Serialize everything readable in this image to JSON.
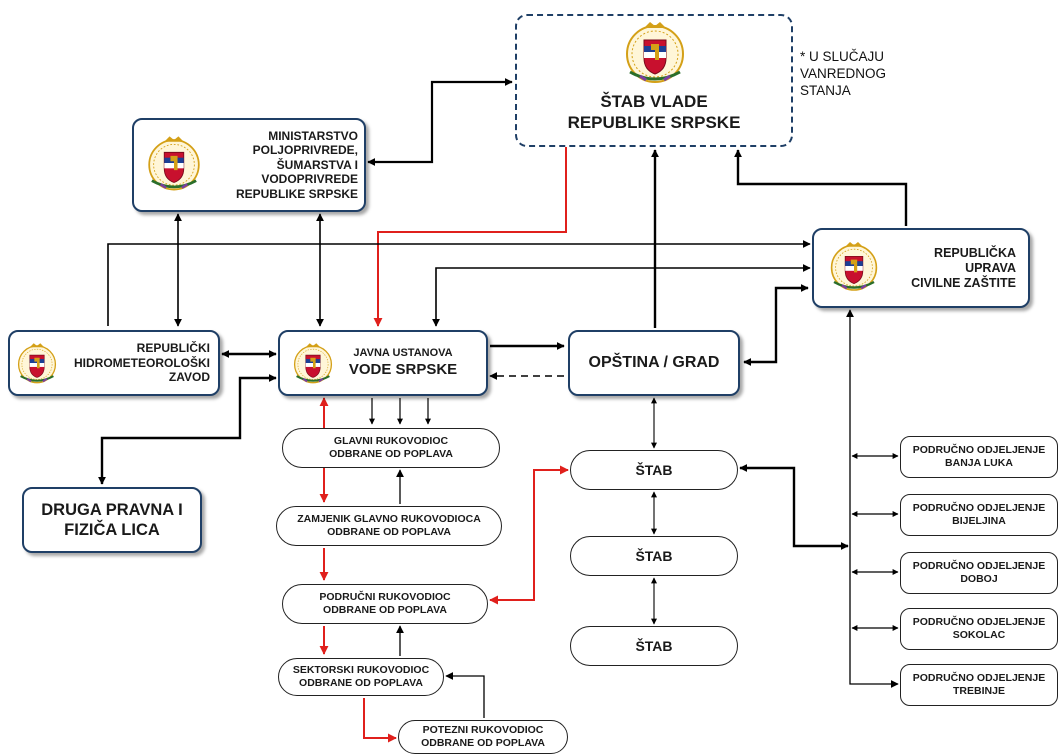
{
  "nodes": {
    "stab_vlade": "ŠTAB VLADE\nREPUBLIKE SRPSKE",
    "ministarstvo": "MINISTARSTVO\nPOLJOPRIVREDE,\nŠUMARSTVA I\nVODOPRIVREDE\nREPUBLIKE SRPSKE",
    "civilna": "REPUBLIČKA\nUPRAVA\nCIVILNE ZAŠTITE",
    "hidro": "REPUBLIČKI\nHIDROMETEOROLOŠKI\nZAVOD",
    "vode_top": "JAVNA USTANOVA",
    "vode_main": "VODE SRPSKE",
    "opstina": "OPŠTINA / GRAD",
    "druga": "DRUGA PRAVNA I\nFIZIČA LICA",
    "glavni": "GLAVNI RUKOVODIOC\nODBRANE OD POPLAVA",
    "zamjenik": "ZAMJENIK GLAVNO RUKOVODIOCA\nODBRANE OD POPLAVA",
    "podrucni": "PODRUČNI RUKOVODIOC\nODBRANE OD POPLAVA",
    "sektorski": "SEKTORSKI RUKOVODIOC\nODBRANE OD POPLAVA",
    "potezni": "POTEZNI RUKOVODIOC\nODBRANE OD POPLAVA",
    "stab1": "ŠTAB",
    "stab2": "ŠTAB",
    "stab3": "ŠTAB",
    "po_banja_luka": "PODRUČNO ODJELJENJE\nBANJA LUKA",
    "po_bijeljina": "PODRUČNO ODJELJENJE\nBIJELJINA",
    "po_doboj": "PODRUČNO ODJELJENJE\nDOBOJ",
    "po_sokolac": "PODRUČNO ODJELJENJE\nSOKOLAC",
    "po_trebinje": "PODRUČNO ODJELJENJE\nTREBINJE"
  },
  "note": "*  U SLUČAJU\n   VANREDNOG\n   STANJA",
  "colors": {
    "box_border": "#1f3f66",
    "dashed_border": "#1f3f66",
    "arrow_black": "#000000",
    "arrow_red": "#e0201c",
    "emblem_red": "#c8102e",
    "emblem_blue": "#1c3f95",
    "emblem_gold": "#d4a017"
  }
}
